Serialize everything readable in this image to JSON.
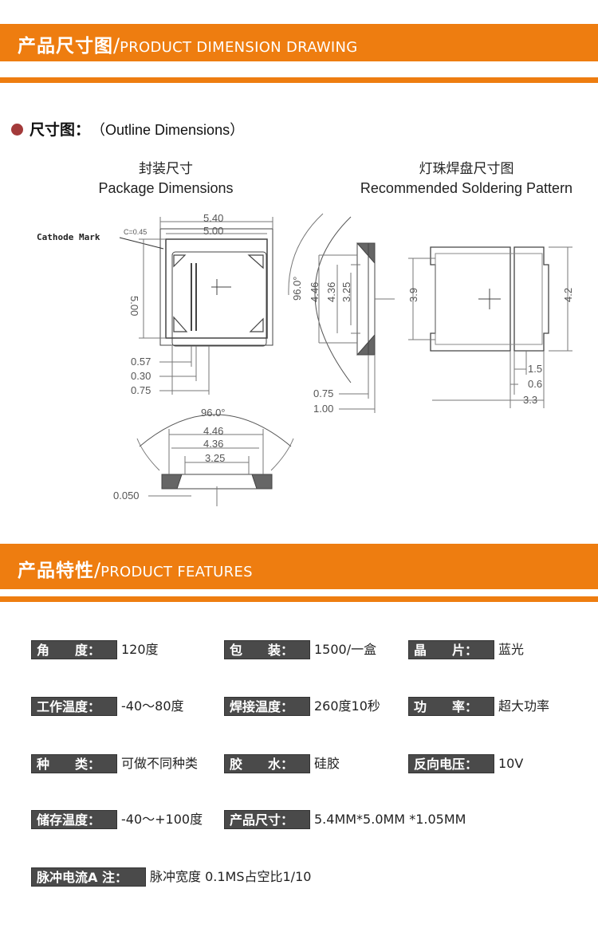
{
  "section1": {
    "title_zh": "产品尺寸图",
    "separator": "/",
    "title_en": "PRODUCT DIMENSION DRAWING"
  },
  "outline": {
    "label_zh": "尺寸图：",
    "label_en": "（Outline Dimensions）"
  },
  "package": {
    "caption_zh": "封装尺寸",
    "caption_en": "Package Dimensions"
  },
  "soldering": {
    "caption_zh": "灯珠焊盘尺寸图",
    "caption_en": "Recommended Soldering Pattern"
  },
  "drawing_labels": {
    "cathode_mark": "Cathode Mark",
    "chamfer": "C=0.45",
    "width_540": "5.40",
    "width_500": "5.00",
    "height_500": "5.00",
    "dim_057": "0.57",
    "dim_030": "0.30",
    "dim_075_left": "0.75",
    "angle_side": "96.0°",
    "side_446": "4.46",
    "side_436": "4.36",
    "side_325": "3.25",
    "dim_075_mid": "0.75",
    "dim_100": "1.00",
    "pad_39": "3.9",
    "pad_42": "4.2",
    "pad_15": "1.5",
    "pad_06": "0.6",
    "pad_33": "3.3",
    "angle_bottom": "96.0°",
    "bottom_446": "4.46",
    "bottom_436": "4.36",
    "bottom_325": "3.25",
    "dim_0050": "0.050"
  },
  "section2": {
    "title_zh": "产品特性",
    "separator": "/",
    "title_en": "PRODUCT FEATURES"
  },
  "features": [
    {
      "label": "角　　度：",
      "value": "120度"
    },
    {
      "label": "包　　装：",
      "value": "1500/一盒"
    },
    {
      "label": "晶　　片：",
      "value": "蓝光"
    },
    {
      "label": "工作温度：",
      "value": "-40～80度"
    },
    {
      "label": "焊接温度：",
      "value": "260度10秒"
    },
    {
      "label": "功　　率：",
      "value": "超大功率"
    },
    {
      "label": "种　　类：",
      "value": "可做不同种类"
    },
    {
      "label": "胶　　水：",
      "value": "硅胶"
    },
    {
      "label": "反向电压：",
      "value": "10V"
    },
    {
      "label": "储存温度：",
      "value": "-40～+100度"
    },
    {
      "label": "产品尺寸：",
      "value": "5.4MM*5.0MM *1.05MM"
    },
    {
      "label": "脉冲电流A 注：",
      "value": "脉冲宽度 0.1MS占空比1/10"
    }
  ],
  "colors": {
    "banner": "#ee7d10",
    "label_bg": "#4a4a4a",
    "bullet": "#a33a3a"
  }
}
